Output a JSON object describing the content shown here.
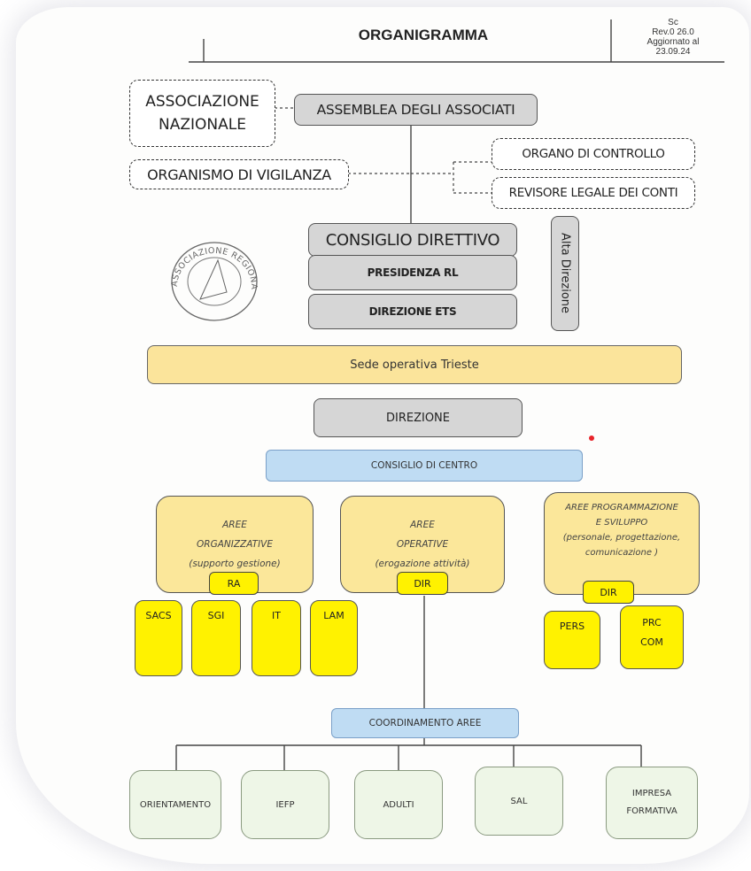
{
  "header": {
    "title": "ORGANIGRAMMA",
    "meta_lines": [
      "Sc",
      "Rev.0 26.0",
      "Aggiornato al",
      "23.09.24"
    ]
  },
  "governance": {
    "associazione_nazionale": "ASSOCIAZIONE NAZIONALE",
    "assemblea": "ASSEMBLEA DEGLI ASSOCIATI",
    "organismo_vigilanza": "ORGANISMO DI VIGILANZA",
    "organo_controllo": "ORGANO DI CONTROLLO",
    "revisore": "REVISORE LEGALE DEI CONTI",
    "consiglio_direttivo": "CONSIGLIO DIRETTIVO",
    "presidenza": "PRESIDENZA RL",
    "direzione_ets": "DIREZIONE ETS",
    "alta_direzione": "Alta Direzione"
  },
  "stamp": {
    "text": "ASSOCIAZIONE REGIONALE",
    "icon": "circular-seal-stamp"
  },
  "sede": "Sede operativa Trieste",
  "direzione": "DIREZIONE",
  "consiglio_centro": "CONSIGLIO DI CENTRO",
  "areas": {
    "organizzative": {
      "l1": "AREE",
      "l2": "ORGANIZZATIVE",
      "l3": "(supporto gestione)",
      "tag": "RA"
    },
    "operative": {
      "l1": "AREE",
      "l2": "OPERATIVE",
      "l3": "(erogazione attività)",
      "tag": "DIR"
    },
    "programmazione": {
      "l1": "AREE PROGRAMMAZIONE",
      "l2": "E SVILUPPO",
      "l3": "(personale, progettazione,",
      "l4": "comunicazione )",
      "tag": "DIR"
    }
  },
  "units_left": [
    "SACS",
    "SGI",
    "IT",
    "LAM"
  ],
  "units_right": [
    "PERS",
    "PRC COM"
  ],
  "coordinamento": "COORDINAMENTO AREE",
  "bottom_units": [
    "ORIENTAMENTO",
    "IEFP",
    "ADULTI",
    "SAL",
    "IMPRESA FORMATIVA"
  ],
  "colors": {
    "grey_box": "#d6d6d6",
    "yellow_bar": "#fbe49b",
    "blue_box": "#bfdcf3",
    "area_box": "#fbe79a",
    "unit_yellow": "#fff200",
    "green_box": "#eef6e7",
    "red_dot": "#e8242b"
  }
}
